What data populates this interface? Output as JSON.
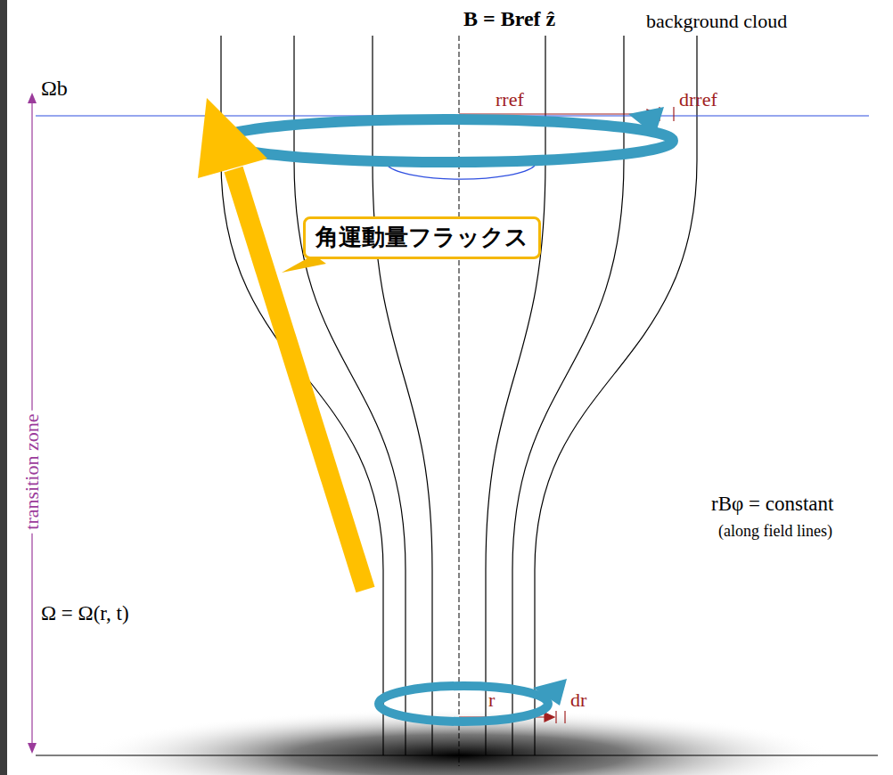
{
  "diagram": {
    "nodes": [
      {
        "text": [
          "角運動量フラックス"
        ]
      }
    ],
    "labels": [
      "B = Bref ẑ",
      "background cloud",
      "Ωb",
      "rref",
      "drref",
      "transition zone",
      "rBφ = constant",
      "(along field lines)",
      "Ω = Ω(r, t)",
      "r",
      "dr"
    ]
  }
}
